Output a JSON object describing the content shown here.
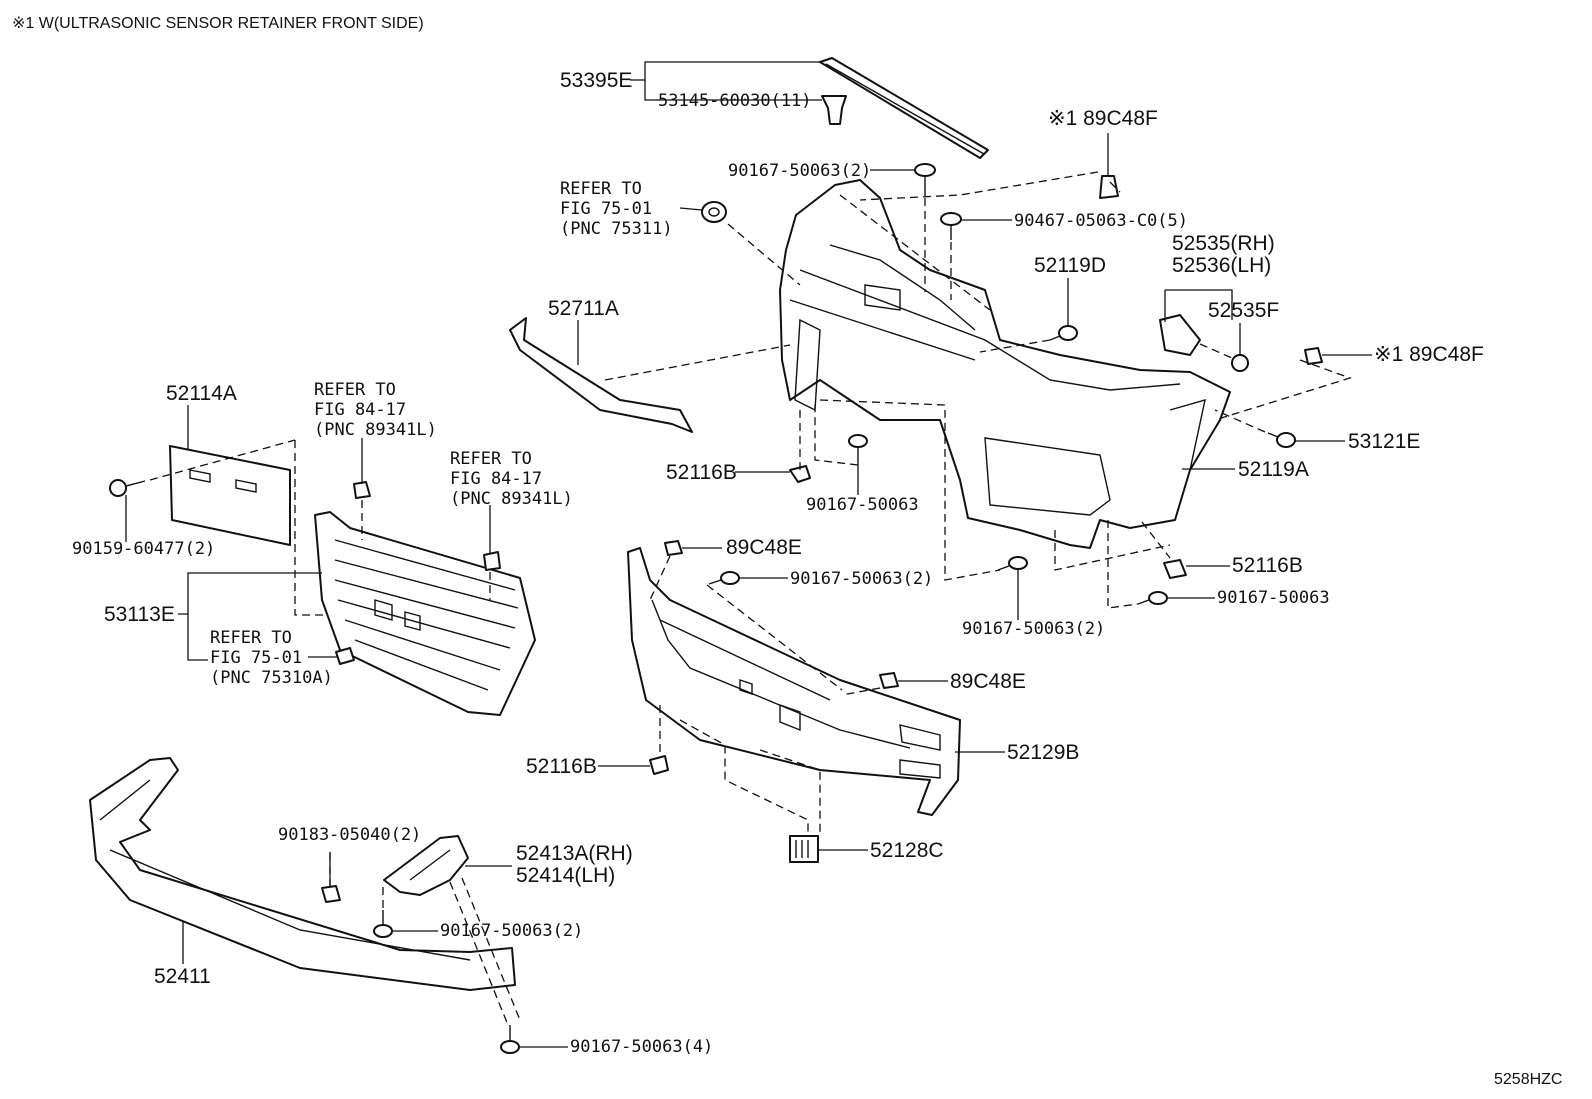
{
  "header_note": "※1 W(ULTRASONIC SENSOR RETAINER FRONT SIDE)",
  "figure_code": "5258HZC",
  "callouts": {
    "p53395E": "53395E",
    "p53145": "53145-60030(11)",
    "p89C48F_top": "※1 89C48F",
    "p90167_2_top": "90167-50063(2)",
    "ref_75311_line1": "REFER TO",
    "ref_75311_line2": "FIG 75-01",
    "ref_75311_line3": "(PNC 75311)",
    "p90467": "90467-05063-C0(5)",
    "p52535RH": "52535(RH)",
    "p52536LH": "52536(LH)",
    "p52119D": "52119D",
    "p52535F": "52535F",
    "p52711A": "52711A",
    "p89C48F_right": "※1 89C48F",
    "p52114A": "52114A",
    "ref_89341_a_line1": "REFER TO",
    "ref_89341_a_line2": "FIG 84-17",
    "ref_89341_a_line3": "(PNC 89341L)",
    "p53121E": "53121E",
    "p52116B_a": "52116B",
    "p52119A": "52119A",
    "ref_89341_b_line1": "REFER TO",
    "ref_89341_b_line2": "FIG 84-17",
    "ref_89341_b_line3": "(PNC 89341L)",
    "p90167_mid": "90167-50063",
    "p90159": "90159-60477(2)",
    "p89C48E_a": "89C48E",
    "p52116B_b": "52116B",
    "p90167_2_mid": "90167-50063(2)",
    "p53113E": "53113E",
    "p90167_right": "90167-50063",
    "ref_75310A_line1": "REFER TO",
    "ref_75310A_line2": "FIG 75-01",
    "ref_75310A_line3": "(PNC 75310A)",
    "p90167_2_low": "90167-50063(2)",
    "p89C48E_b": "89C48E",
    "p52116B_c": "52116B",
    "p52129B": "52129B",
    "p52128C": "52128C",
    "p90183": "90183-05040(2)",
    "p52413A": "52413A(RH)",
    "p52414": "52414(LH)",
    "p90167_2_bottom": "90167-50063(2)",
    "p52411": "52411",
    "p90167_4": "90167-50063(4)"
  }
}
